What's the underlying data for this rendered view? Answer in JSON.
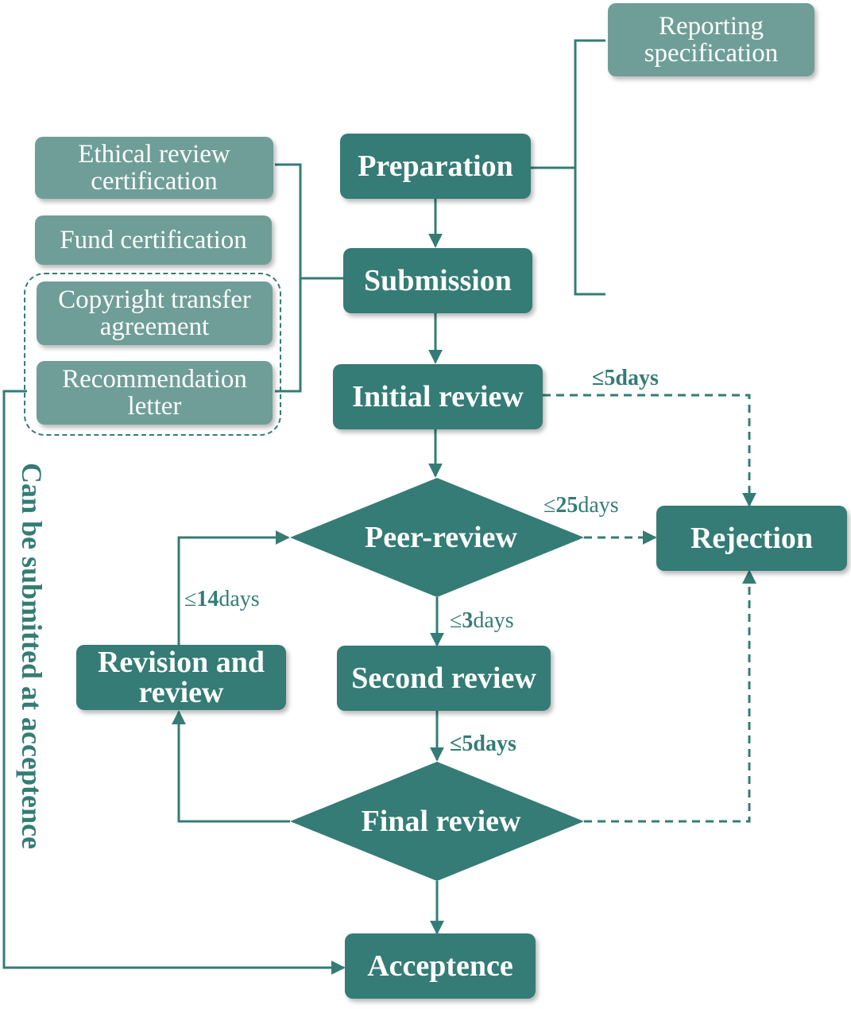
{
  "colors": {
    "main": "#347c75",
    "side": "#6f9e98",
    "line": "#347c75"
  },
  "steps": {
    "preparation": "Preparation",
    "submission": "Submission",
    "initial_review": "Initial review",
    "peer_review": "Peer-review",
    "second_review": "Second review",
    "final_review": "Final review",
    "acceptence": "Acceptence",
    "rejection": "Rejection",
    "revision_line1": "Revision and",
    "revision_line2": "review"
  },
  "documents": {
    "reporting_line1": "Reporting",
    "reporting_line2": "specification",
    "ethical_line1": "Ethical review",
    "ethical_line2": "certification",
    "fund": "Fund certification",
    "copyright_line1": "Copyright transfer",
    "copyright_line2": "agreement",
    "recommendation_line1": "Recommendation",
    "recommendation_line2": "letter"
  },
  "durations": {
    "initial_to_rejection": {
      "symbol": "≤",
      "number": "5",
      "unit": "days"
    },
    "peer_to_rejection": {
      "symbol": "≤",
      "number": "25",
      "unit": "days"
    },
    "peer_to_second": {
      "symbol": "≤",
      "number": "3",
      "unit": "days"
    },
    "second_to_final": {
      "symbol": "≤",
      "number": "5",
      "unit": "days"
    },
    "revision_to_peer": {
      "symbol": "≤",
      "number": "14",
      "unit": "days"
    }
  },
  "side_note": "Can be submitted at acceptence"
}
